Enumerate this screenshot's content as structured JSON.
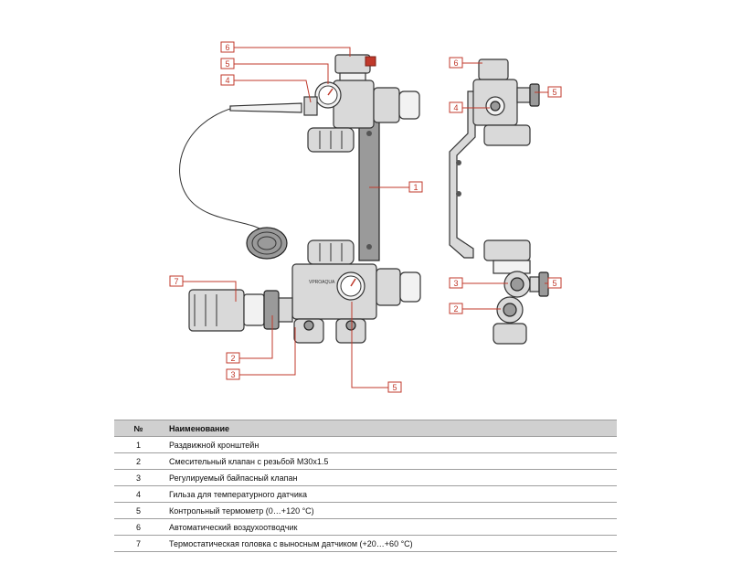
{
  "callouts": {
    "c1": "1",
    "c2": "2",
    "c3": "3",
    "c4": "4",
    "c5": "5",
    "c6": "6",
    "c7": "7"
  },
  "brand_mark": "VPROAQUA",
  "table": {
    "header": {
      "num": "№",
      "name": "Наименование"
    },
    "rows": [
      {
        "num": "1",
        "name": "Раздвижной кронштейн"
      },
      {
        "num": "2",
        "name": "Смесительный клапан с резьбой M30x1.5"
      },
      {
        "num": "3",
        "name": "Регулируемый байпасный клапан"
      },
      {
        "num": "4",
        "name": "Гильза для температурного датчика"
      },
      {
        "num": "5",
        "name": "Контрольный термометр (0…+120 °C)"
      },
      {
        "num": "6",
        "name": "Автоматический воздухоотводчик"
      },
      {
        "num": "7",
        "name": "Термостатическая головка с выносным датчиком (+20…+60 °C)"
      }
    ]
  }
}
